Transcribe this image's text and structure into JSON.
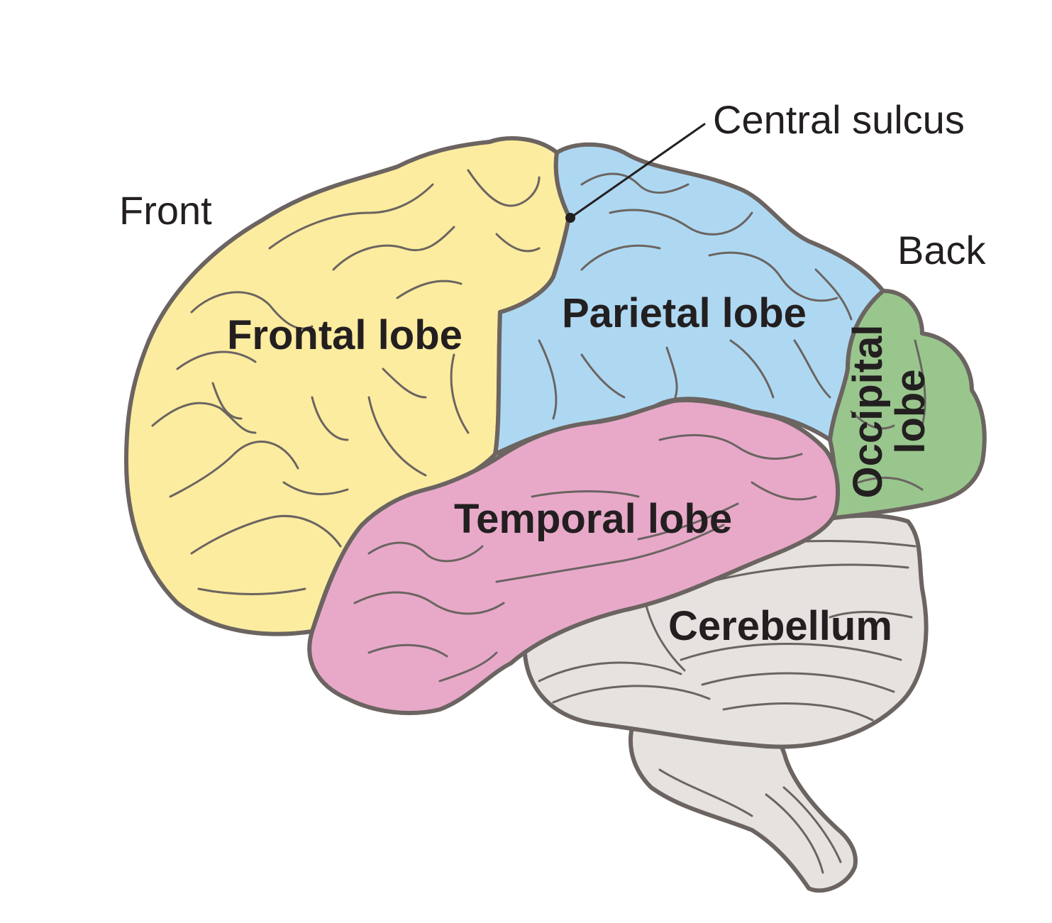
{
  "colors": {
    "frontal": "#fcec9f",
    "parietal": "#aed8f2",
    "temporal": "#e8a9c9",
    "occipital": "#99c68d",
    "cerebellum": "#e5e2df",
    "outline": "#6b6461",
    "text": "#231f20"
  },
  "labels": {
    "front": "Front",
    "back": "Back",
    "central_sulcus": "Central sulcus",
    "frontal_lobe": "Frontal lobe",
    "parietal_lobe": "Parietal lobe",
    "temporal_lobe": "Temporal lobe",
    "occipital_line1": "Occipital",
    "occipital_line2": "lobe",
    "cerebellum": "Cerebellum"
  }
}
